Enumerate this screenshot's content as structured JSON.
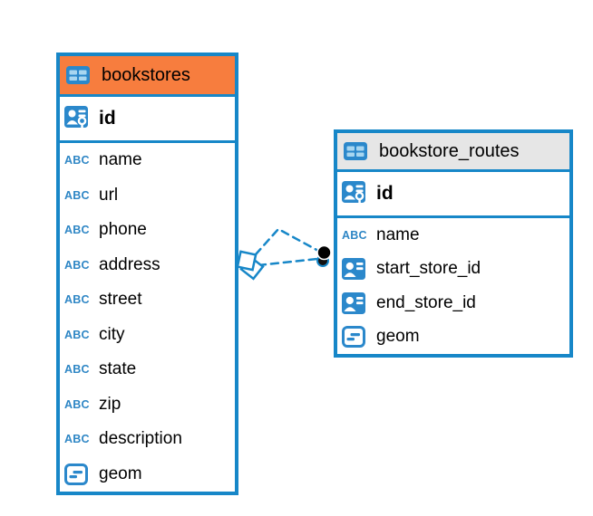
{
  "diagram": {
    "type_labels": {
      "text": "ABC"
    },
    "tables": [
      {
        "name": "bookstores",
        "header_color": "#f77d3e",
        "columns": [
          {
            "name": "id",
            "type": "primary-key"
          },
          {
            "name": "name",
            "type": "text"
          },
          {
            "name": "url",
            "type": "text"
          },
          {
            "name": "phone",
            "type": "text"
          },
          {
            "name": "address",
            "type": "text"
          },
          {
            "name": "street",
            "type": "text"
          },
          {
            "name": "city",
            "type": "text"
          },
          {
            "name": "state",
            "type": "text"
          },
          {
            "name": "zip",
            "type": "text"
          },
          {
            "name": "description",
            "type": "text"
          },
          {
            "name": "geom",
            "type": "geometry"
          }
        ]
      },
      {
        "name": "bookstore_routes",
        "header_color": "#e6e6e6",
        "columns": [
          {
            "name": "id",
            "type": "primary-key"
          },
          {
            "name": "name",
            "type": "text"
          },
          {
            "name": "start_store_id",
            "type": "reference"
          },
          {
            "name": "end_store_id",
            "type": "reference"
          },
          {
            "name": "geom",
            "type": "geometry"
          }
        ]
      }
    ],
    "relationships": [
      {
        "from": "bookstore_routes",
        "to": "bookstores",
        "style": "dashed"
      },
      {
        "from": "bookstore_routes",
        "to": "bookstores",
        "style": "dashed"
      }
    ],
    "colors": {
      "accent_blue": "#1787c8",
      "icon_blue": "#2b88cb",
      "icon_cell_blue": "#a8d6f0",
      "header_orange": "#f77d3e",
      "header_gray": "#e6e6e6",
      "text": "#000000"
    }
  }
}
